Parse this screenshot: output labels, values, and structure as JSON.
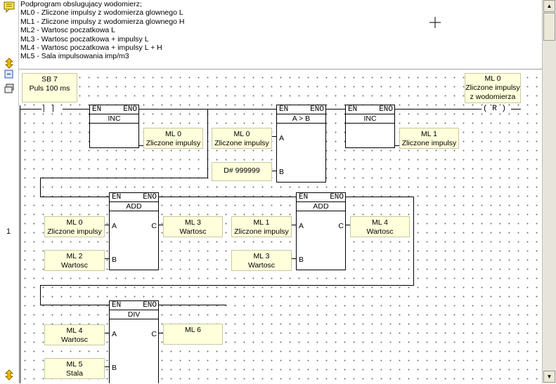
{
  "comment": {
    "lines": [
      "Podprogram obslugujacy wodomierz;",
      "ML0 - Zliczone impulsy z wodomierza glownego L",
      "ML1 - Zliczone impulsy z wodomierza glownego H",
      "ML2 - Wartosc poczatkowa L",
      "ML3 - Wartosc poczatkowa + impulsy L",
      "ML4 - Wartosc poczatkowa + impulsy L + H",
      "ML5 - Sala impulsowania imp/m3"
    ]
  },
  "network": {
    "number": "1"
  },
  "contact": {
    "symbol": "|  |",
    "label_line1": "SB 7",
    "label_line2": "Puls 100 ms"
  },
  "coil": {
    "symbol": "( R )",
    "label_line1": "ML 0",
    "label_line2": "Zliczone impulsy",
    "label_line3": "z wodomierza"
  },
  "blocks": {
    "en": "EN",
    "eno": "ENO",
    "pin_a": "A",
    "pin_b": "B",
    "pin_c": "C",
    "inc1": {
      "name": "INC",
      "out_line1": "ML 0",
      "out_line2": "Zliczone impulsy"
    },
    "cmp": {
      "name": "A > B",
      "a_line1": "ML 0",
      "a_line2": "Zliczone impulsy",
      "b_line1": "D# 999999"
    },
    "inc2": {
      "name": "INC",
      "out_line1": "ML 1",
      "out_line2": "Zliczone impulsy"
    },
    "add1": {
      "name": "ADD",
      "a_line1": "ML 0",
      "a_line2": "Zliczone impulsy",
      "b_line1": "ML 2",
      "b_line2": "Wartosc",
      "c_line1": "ML 3",
      "c_line2": "Wartosc"
    },
    "add2": {
      "name": "ADD",
      "a_line1": "ML 1",
      "a_line2": "Zliczone impulsy",
      "b_line1": "ML 3",
      "b_line2": "Wartosc",
      "c_line1": "ML 4",
      "c_line2": "Wartosc"
    },
    "div": {
      "name": "DIV",
      "a_line1": "ML 4",
      "a_line2": "Wartosc",
      "b_line1": "ML 5",
      "b_line2": "Stala",
      "c_line1": "ML 6"
    }
  },
  "icons": {
    "comment": "comment-icon",
    "up_down": "up-down-arrows-icon",
    "collapse": "collapse-minus-icon",
    "stack": "stack-icon"
  }
}
